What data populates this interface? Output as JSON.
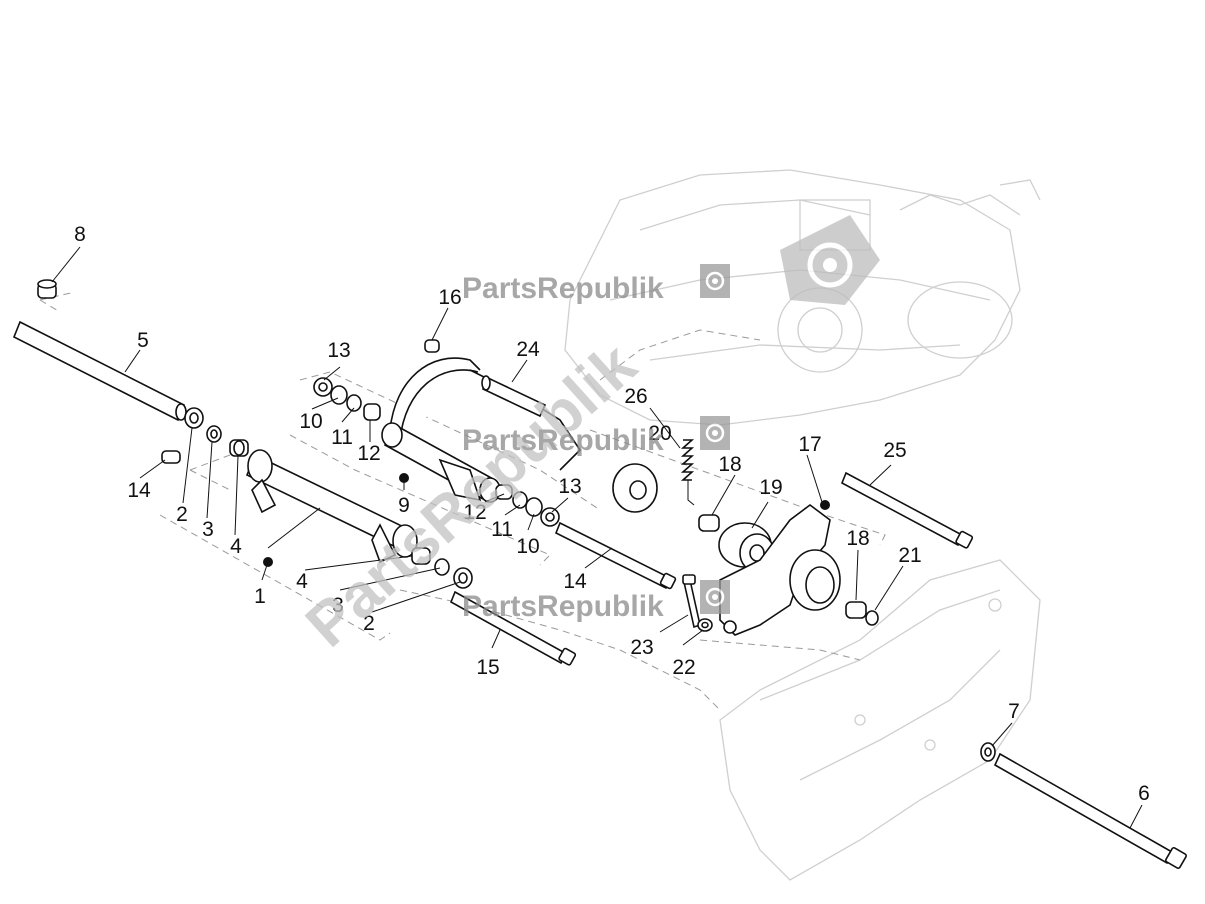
{
  "watermark": {
    "brand": "PartsRepublik",
    "accent": "#8a8a8a",
    "diagonal_color": "#bdbdbd",
    "gear_icon": "gear-icon"
  },
  "callouts": [
    {
      "id": "c8",
      "text": "8"
    },
    {
      "id": "c5",
      "text": "5"
    },
    {
      "id": "c14a",
      "text": "14"
    },
    {
      "id": "c2a",
      "text": "2"
    },
    {
      "id": "c3a",
      "text": "3"
    },
    {
      "id": "c4a",
      "text": "4"
    },
    {
      "id": "c1",
      "text": "1"
    },
    {
      "id": "c4b",
      "text": "4"
    },
    {
      "id": "c3b",
      "text": "3"
    },
    {
      "id": "c2b",
      "text": "2"
    },
    {
      "id": "c13a",
      "text": "13"
    },
    {
      "id": "c10a",
      "text": "10"
    },
    {
      "id": "c11a",
      "text": "11"
    },
    {
      "id": "c12a",
      "text": "12"
    },
    {
      "id": "c16",
      "text": "16"
    },
    {
      "id": "c24",
      "text": "24"
    },
    {
      "id": "c9",
      "text": "9"
    },
    {
      "id": "c12b",
      "text": "12"
    },
    {
      "id": "c11b",
      "text": "11"
    },
    {
      "id": "c10b",
      "text": "10"
    },
    {
      "id": "c13b",
      "text": "13"
    },
    {
      "id": "c14b",
      "text": "14"
    },
    {
      "id": "c15",
      "text": "15"
    },
    {
      "id": "c26",
      "text": "26"
    },
    {
      "id": "c20",
      "text": "20"
    },
    {
      "id": "c18a",
      "text": "18"
    },
    {
      "id": "c19",
      "text": "19"
    },
    {
      "id": "c17",
      "text": "17"
    },
    {
      "id": "c25",
      "text": "25"
    },
    {
      "id": "c18b",
      "text": "18"
    },
    {
      "id": "c21",
      "text": "21"
    },
    {
      "id": "c23",
      "text": "23"
    },
    {
      "id": "c22",
      "text": "22"
    },
    {
      "id": "c7",
      "text": "7"
    },
    {
      "id": "c6",
      "text": "6"
    }
  ]
}
